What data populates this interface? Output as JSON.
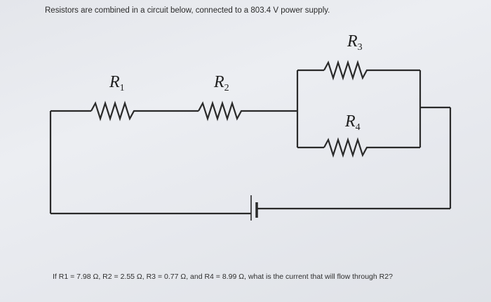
{
  "prompt": "Resistors are combined in a circuit below, connected to a 803.4 V power supply.",
  "question": "If R1 = 7.98 Ω, R2 = 2.55 Ω, R3 = 0.77 Ω, and R4 = 8.99 Ω, what is the current that will flow through R2?",
  "circuit": {
    "labels": {
      "r1": {
        "main": "R",
        "sub": "1"
      },
      "r2": {
        "main": "R",
        "sub": "2"
      },
      "r3": {
        "main": "R",
        "sub": "3"
      },
      "r4": {
        "main": "R",
        "sub": "4"
      }
    },
    "wire_color": "#2a2a2a"
  }
}
